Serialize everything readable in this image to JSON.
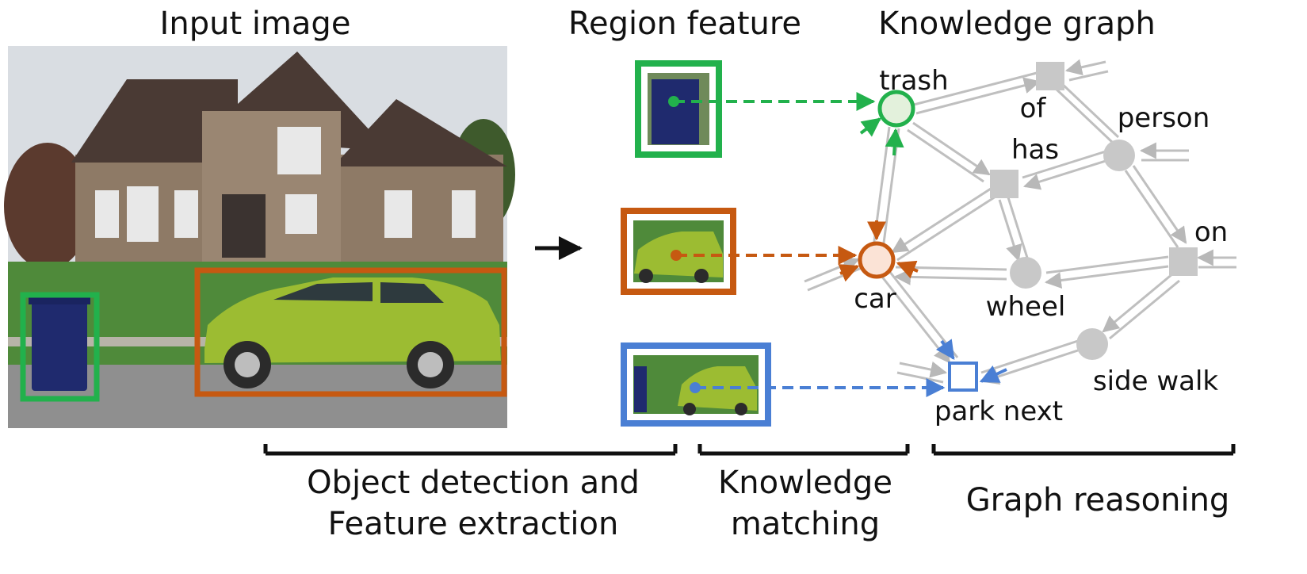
{
  "headers": {
    "input": "Input image",
    "region": "Region feature",
    "graph": "Knowledge graph"
  },
  "captions": {
    "detection_line1": "Object detection and",
    "detection_line2": "Feature extraction",
    "matching_line1": "Knowledge",
    "matching_line2": "matching",
    "reasoning": "Graph reasoning"
  },
  "nodes": {
    "trash": "trash",
    "of": "of",
    "person": "person",
    "has": "has",
    "on": "on",
    "car": "car",
    "wheel": "wheel",
    "side_walk": "side walk",
    "park_next": "park next"
  },
  "colors": {
    "green": "#22b14c",
    "orange": "#c65911",
    "blue": "#4a7fd4",
    "edge": "#bfbfbf",
    "node": "#c8c8c8"
  }
}
